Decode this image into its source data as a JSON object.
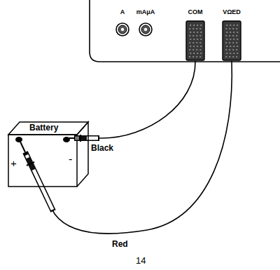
{
  "diagram": {
    "nodes": [
      {
        "text": [
          "A"
        ]
      },
      {
        "text": [
          "mAμA"
        ]
      },
      {
        "text": [
          "COM"
        ]
      },
      {
        "text": [
          "VΩED"
        ]
      },
      {
        "text": [
          "Battery",
          "+",
          "-"
        ]
      }
    ],
    "edges": [
      {
        "from": 4,
        "to": 2,
        "arrow": "none",
        "label": "Black"
      },
      {
        "from": 4,
        "to": 3,
        "arrow": "none",
        "label": "Red"
      }
    ],
    "labels": [
      "14"
    ]
  }
}
